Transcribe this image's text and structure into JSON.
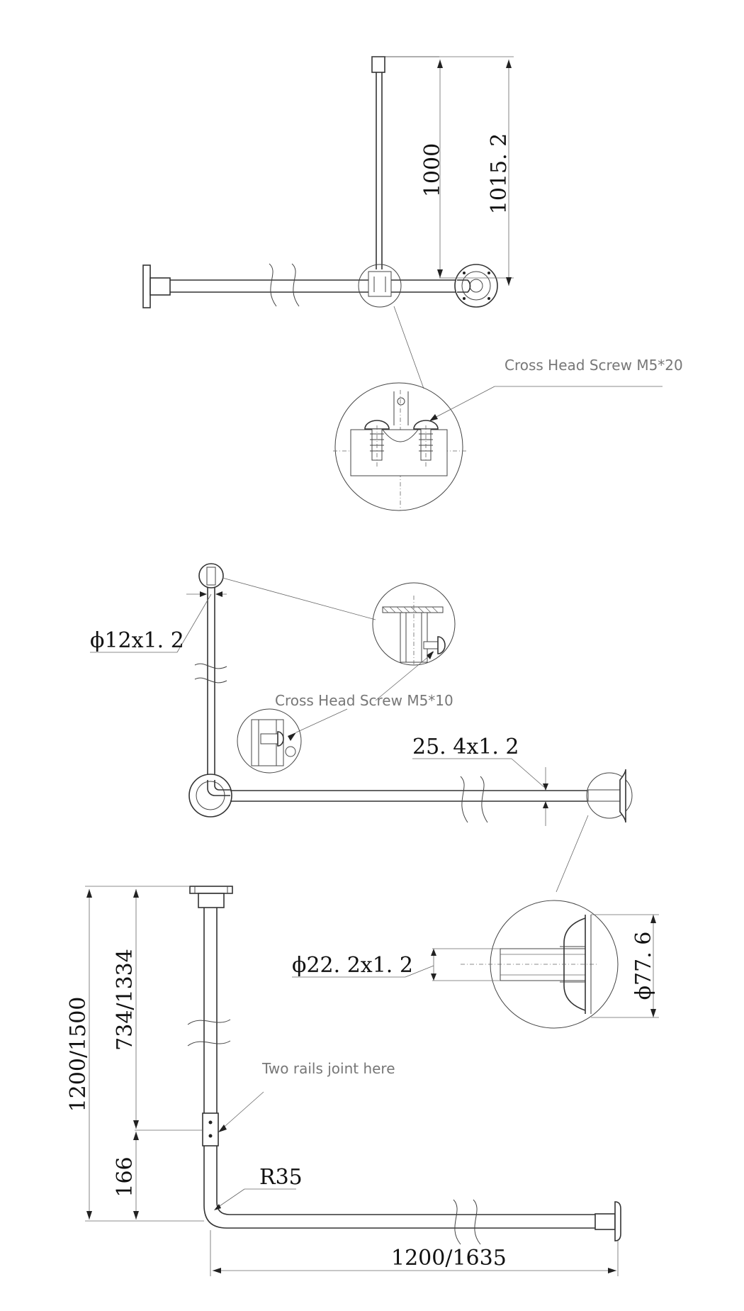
{
  "top_view": {
    "dim_1000": "1000",
    "dim_1015": "1015. 2",
    "screw_label": "Cross Head Screw M5*20"
  },
  "middle_view": {
    "dia_12": "ϕ12x1. 2",
    "screw_label": "Cross Head Screw M5*10",
    "dim_254": "25. 4x1. 2"
  },
  "bottom_view": {
    "dim_1200_1500": "1200/1500",
    "dim_734_1334": "734/1334",
    "dim_166": "166",
    "radius": "R35",
    "dim_1200_1635": "1200/1635",
    "joint_label": "Two rails joint here",
    "dia_222": "ϕ22. 2x1. 2",
    "dia_776": "ϕ77. 6"
  }
}
